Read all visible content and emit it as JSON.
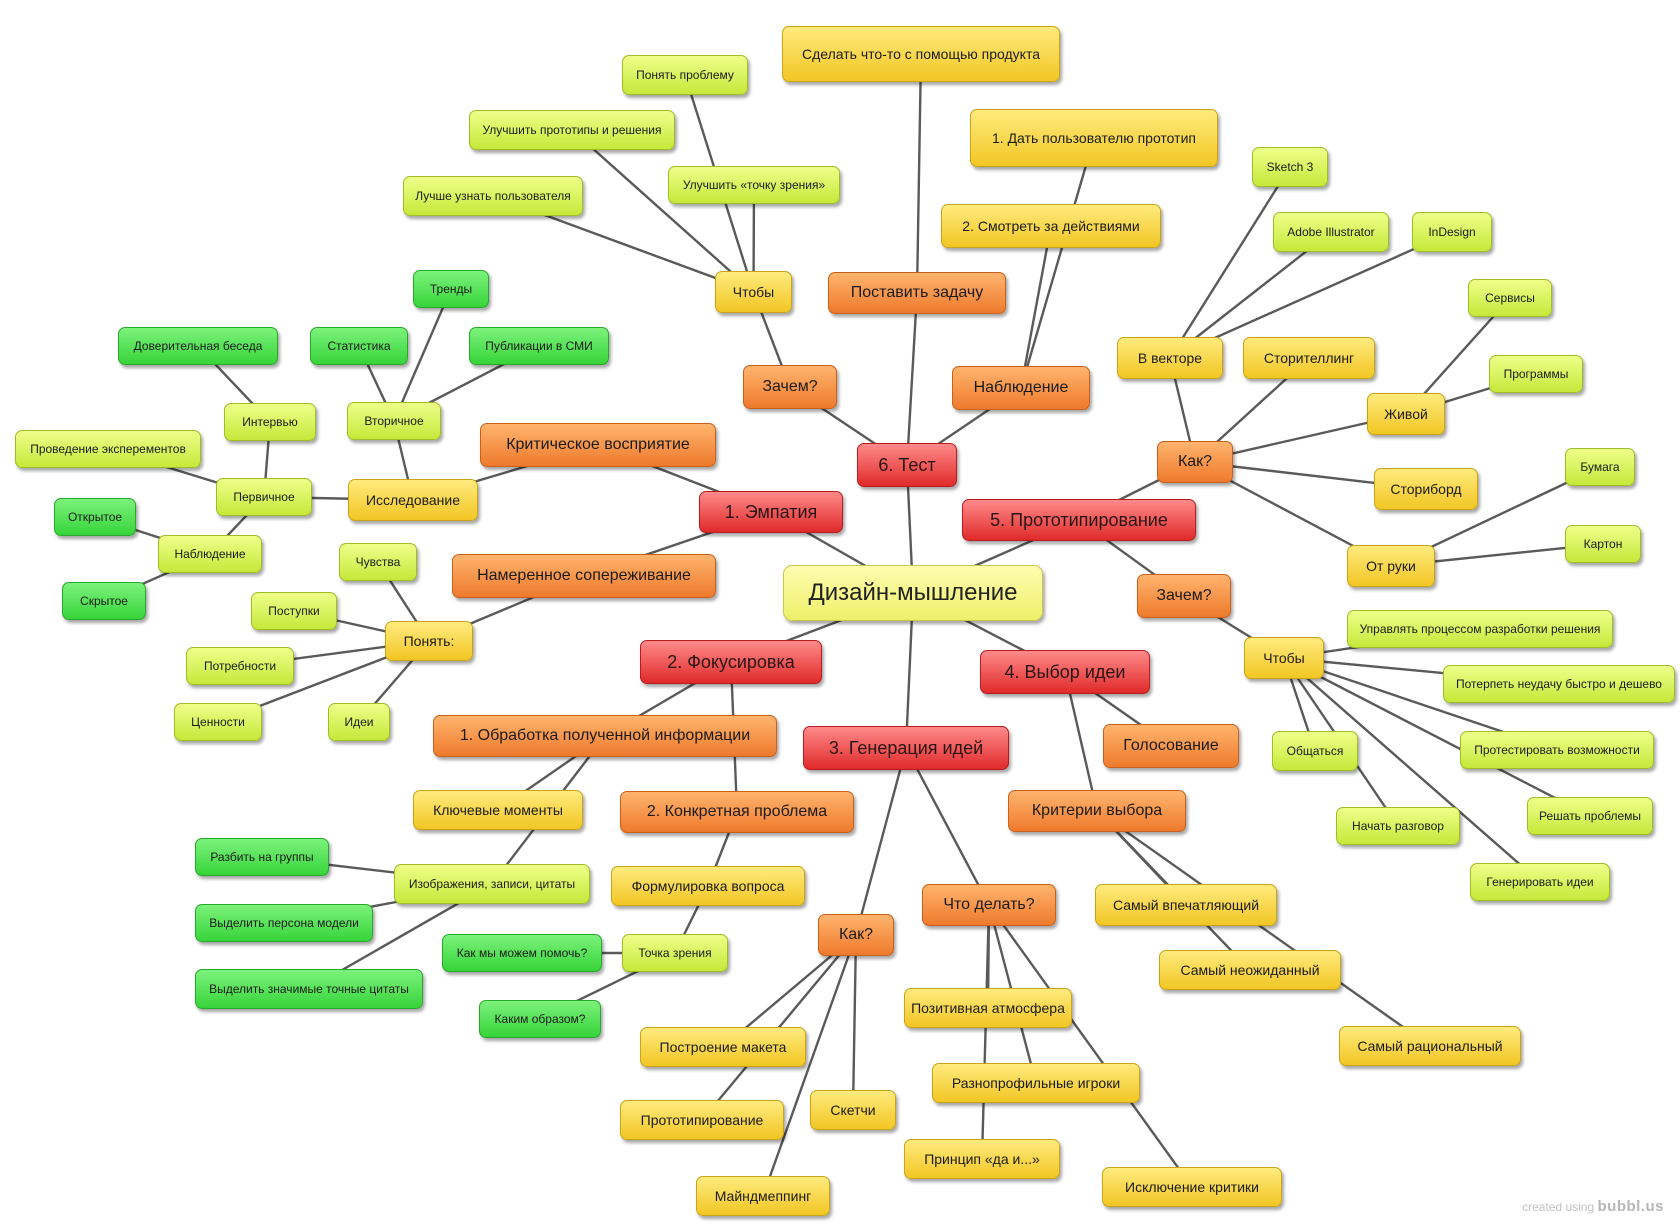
{
  "mindmap": {
    "nodes": {
      "root": "Дизайн-мышление",
      "empathy": "1. Эмпатия",
      "focus": "2. Фокусировка",
      "ideation": "3. Генерация идей",
      "choice": "4. Выбор идеи",
      "proto": "5. Прототипирование",
      "test": "6. Тест",
      "crit_perception": "Критическое восприятие",
      "intent_empathy": "Намеренное сопереживание",
      "research": "Исследование",
      "secondary": "Вторичное",
      "primary": "Первичное",
      "trends": "Тренды",
      "statistics": "Статистика",
      "media": "Публикации в СМИ",
      "interview": "Интервью",
      "trust_talk": "Доверительная беседа",
      "experiments": "Проведение эксперементов",
      "observation_e": "Наблюдение",
      "open": "Открытое",
      "hidden": "Скрытое",
      "understand": "Понять:",
      "feelings": "Чувства",
      "actions": "Поступки",
      "needs": "Потребности",
      "values": "Ценности",
      "ideas": "Идеи",
      "processing": "1. Обработка полученной информации",
      "concrete": "2. Конкретная проблема",
      "key_moments": "Ключевые моменты",
      "images": "Изображения, записи, цитаты",
      "split": "Разбить на группы",
      "persona": "Выделить персона модели",
      "quotes": "Выделить значимые точные цитаты",
      "formulate": "Формулировка вопроса",
      "viewpoint": "Точка зрения",
      "how_help": "Как мы можем помочь?",
      "which_way": "Каким образом?",
      "how_gen": "Как?",
      "what_do": "Что делать?",
      "mockup": "Построение макета",
      "prototyping": "Прототипирование",
      "sketches": "Скетчи",
      "mindmapping": "Майндмеппинг",
      "positive": "Позитивная атмосфера",
      "diverse": "Разнопрофильные игроки",
      "yes_and": "Принцип «да и...»",
      "no_critic": "Исключение критики",
      "voting": "Голосование",
      "criteria": "Критерии выбора",
      "impressive": "Самый впечатляющий",
      "unexpected": "Самый неожиданный",
      "rational": "Самый рациональный",
      "how_proto": "Как?",
      "why_proto": "Зачем?",
      "vector": "В векторе",
      "sketch3": "Sketch 3",
      "illustrator": "Adobe Illustrator",
      "indesign": "InDesign",
      "storytelling": "Сторителлинг",
      "live": "Живой",
      "services": "Сервисы",
      "programs": "Программы",
      "storyboard": "Сториборд",
      "by_hand": "От руки",
      "paper": "Бумага",
      "cardboard": "Картон",
      "so_that_proto": "Чтобы",
      "manage": "Управлять процессом разработки решения",
      "fail_fast": "Потерпеть неудачу быстро и дешево",
      "communicate": "Общаться",
      "test_options": "Протестировать возможности",
      "start_talk": "Начать разговор",
      "solve": "Решать проблемы",
      "gen_ideas": "Генерировать идеи",
      "why_test": "Зачем?",
      "set_task": "Поставить задачу",
      "observe": "Наблюдение",
      "so_that_test": "Чтобы",
      "understand_problem": "Понять проблему",
      "improve_proto": "Улучшить прототипы и решения",
      "improve_view": "Улучшить «точку зрения»",
      "know_user": "Лучше узнать пользователя",
      "do_something": "Сделать что-то с помощью продукта",
      "give_proto": "1. Дать пользователю прототип",
      "watch": "2. Смотреть за действиями"
    }
  },
  "footer": {
    "credit_prefix": "created using",
    "credit_brand": "bubbl.us"
  },
  "colors": {
    "center": "#f2f27a",
    "red": "#e83b3b",
    "orange": "#f08a3c",
    "yellow": "#f5cf35",
    "lime": "#d0ec45",
    "green": "#44d946",
    "link": "#5a5a5a"
  }
}
